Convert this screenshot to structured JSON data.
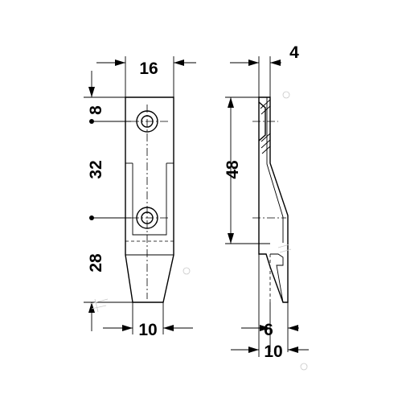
{
  "dimensions": {
    "front_width": "16",
    "hole_offset": "8",
    "hole_spacing": "32",
    "lower_length": "28",
    "tip_width": "10",
    "thickness": "4",
    "side_height": "48",
    "hook_gap": "6",
    "hook_width": "10"
  },
  "colors": {
    "line": "#000000",
    "watermark": "#c8c8c8",
    "background": "#ffffff"
  }
}
